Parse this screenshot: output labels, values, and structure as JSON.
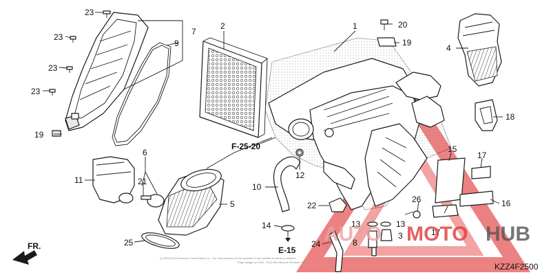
{
  "labels": {
    "p1": "1",
    "p2": "2",
    "p3": "3",
    "p4": "4",
    "p5": "5",
    "p6": "6",
    "p7": "7",
    "p8": "8",
    "p9": "9",
    "p10": "10",
    "p11": "11",
    "p12": "12",
    "p13a": "13",
    "p13b": "13",
    "p14": "14",
    "p15": "15",
    "p16": "16",
    "p17a": "17",
    "p17b": "17",
    "p18": "18",
    "p19a": "19",
    "p19b": "19",
    "p20": "20",
    "p21": "21",
    "p22": "22",
    "p23a": "23",
    "p23b": "23",
    "p23c": "23",
    "p23d": "23",
    "p24": "24",
    "p25": "25",
    "p26": "26"
  },
  "refs": {
    "f2520": "F-25-20",
    "e15": "E-15",
    "front": "FR."
  },
  "code": "KZZ4F2500",
  "watermark": {
    "auto": "AUTO",
    "moto": "MOTO",
    "hub": "HUB",
    "color": "#e23a3a"
  },
  "copyright": {
    "line1": "(c) 2002-2019 American Honda Motor Co., Inc. Reproduction of the contents of this website is strictly prohibited",
    "line2": "Page design (c) 2004 - 2019 ARI Network Services, Inc."
  }
}
